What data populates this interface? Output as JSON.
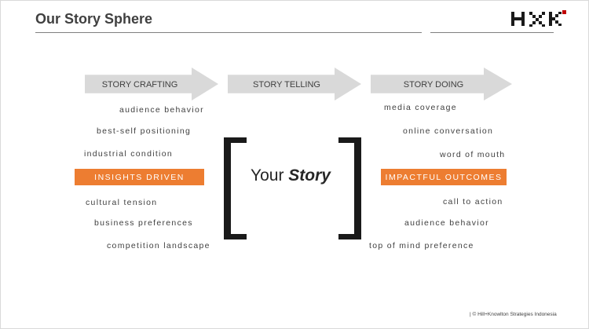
{
  "slide": {
    "title": "Our Story Sphere",
    "footer": "| © Hill+Knowlton Strategies Indonesia",
    "brand_color": "#ed7d31",
    "arrow_color": "#d9d9d9"
  },
  "stages": [
    {
      "label": "STORY CRAFTING"
    },
    {
      "label": "STORY TELLING"
    },
    {
      "label": "STORY DOING"
    }
  ],
  "left_column": {
    "items": [
      "audience behavior",
      "best-self positioning",
      "industrial condition",
      "cultural tension",
      "business preferences",
      "competition landscape"
    ],
    "highlight": "INSIGHTS DRIVEN"
  },
  "right_column": {
    "items": [
      "media coverage",
      "online conversation",
      "word of mouth",
      "call to action",
      "audience behavior",
      "top of mind preference"
    ],
    "highlight": "IMPACTFUL OUTCOMES"
  },
  "center": {
    "prefix": "Your",
    "emphasis": "Story"
  }
}
